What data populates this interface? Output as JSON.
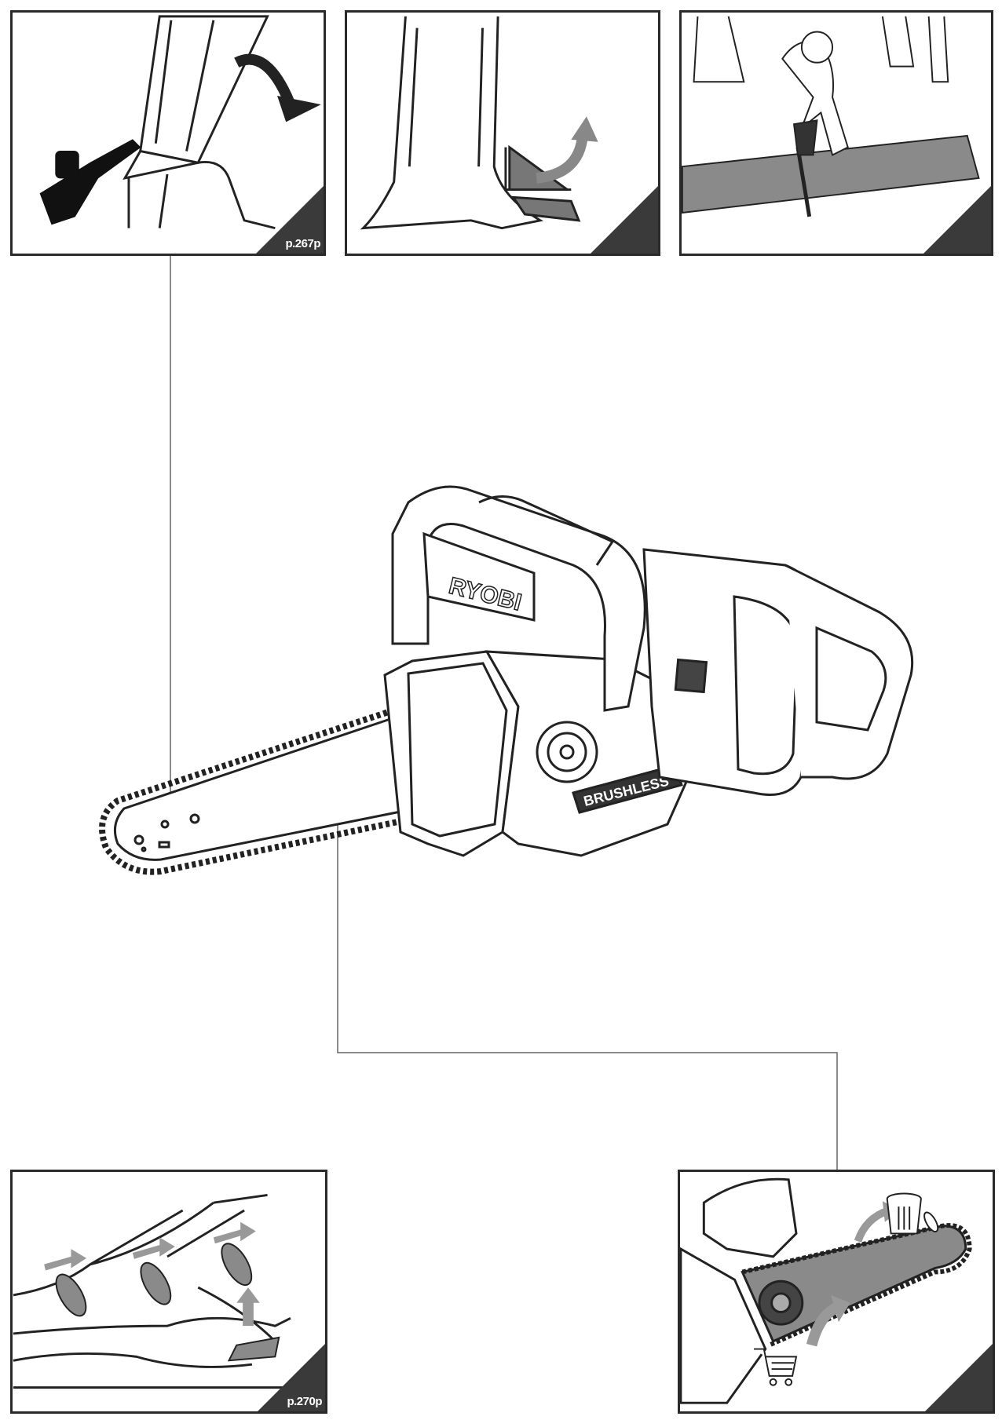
{
  "panels": {
    "felling_notch": {
      "page_ref": "p.267p"
    },
    "hinge_cut": {
      "page_ref": ""
    },
    "log_cutting": {
      "page_ref": ""
    },
    "limbing": {
      "page_ref": "p.270p"
    },
    "chain_replacement": {
      "page_ref": ""
    }
  },
  "chainsaw": {
    "brand_label": "RYOBI",
    "motor_label": "BRUSHLESS"
  },
  "icons": [
    "felling-notch-icon",
    "hinge-cut-icon",
    "log-bucking-icon",
    "limbing-icon",
    "chain-replacement-icon",
    "chainsaw-icon",
    "trash-bin-icon",
    "shopping-cart-icon"
  ],
  "colors": {
    "line": "#2a2a2a",
    "fill_gray": "#8a8a8a",
    "corner": "#3a3a3a"
  }
}
